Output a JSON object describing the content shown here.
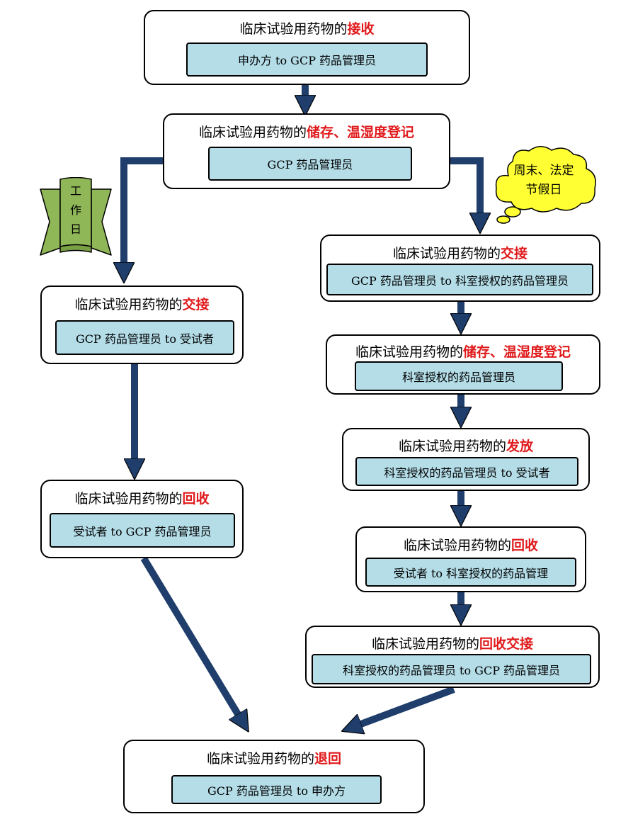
{
  "nodes": {
    "receive": {
      "title": "临床试验用药物的",
      "highlight": "接收",
      "sub": "申办方   to   GCP 药品管理员"
    },
    "store": {
      "title": "临床试验用药物的",
      "highlight": "储存、温湿度登记",
      "sub": "GCP 药品管理员"
    },
    "handover_left": {
      "title": "临床试验用药物的",
      "highlight": "交接",
      "sub": "GCP 药品管理员 to 受试者"
    },
    "recover_left": {
      "title": "临床试验用药物的",
      "highlight": "回收",
      "sub": "受试者 to   GCP 药品管理员"
    },
    "handover_right": {
      "title": "临床试验用药物的",
      "highlight": "交接",
      "sub": "GCP 药品管理员 to 科室授权的药品管理员"
    },
    "store_right": {
      "title": "临床试验用药物的",
      "highlight": "储存、温湿度登记",
      "sub": "科室授权的药品管理员"
    },
    "dispense": {
      "title": "临床试验用药物的",
      "highlight": "发放",
      "sub": "科室授权的药品管理员 to 受试者"
    },
    "recover_right": {
      "title": "临床试验用药物的",
      "highlight": "回收",
      "sub": "受试者 to 科室授权的药品管理"
    },
    "recover_handover": {
      "title": "临床试验用药物的",
      "highlight": "回收交接",
      "sub": "科室授权的药品管理员 to   GCP 药品管理员"
    },
    "return": {
      "title": "临床试验用药物的",
      "highlight": "退回",
      "sub": "GCP 药品管理员 to 申办方"
    }
  },
  "scroll_label": [
    "工",
    "作",
    "日"
  ],
  "cloud_label": [
    "周末、法定",
    "节假日"
  ],
  "colors": {
    "arrow": "#1f3e6b",
    "highlight": "#e0191b",
    "sub_fill": "#b4dde8",
    "scroll_fill": "#8fb657",
    "cloud_fill": "#ffff33"
  }
}
